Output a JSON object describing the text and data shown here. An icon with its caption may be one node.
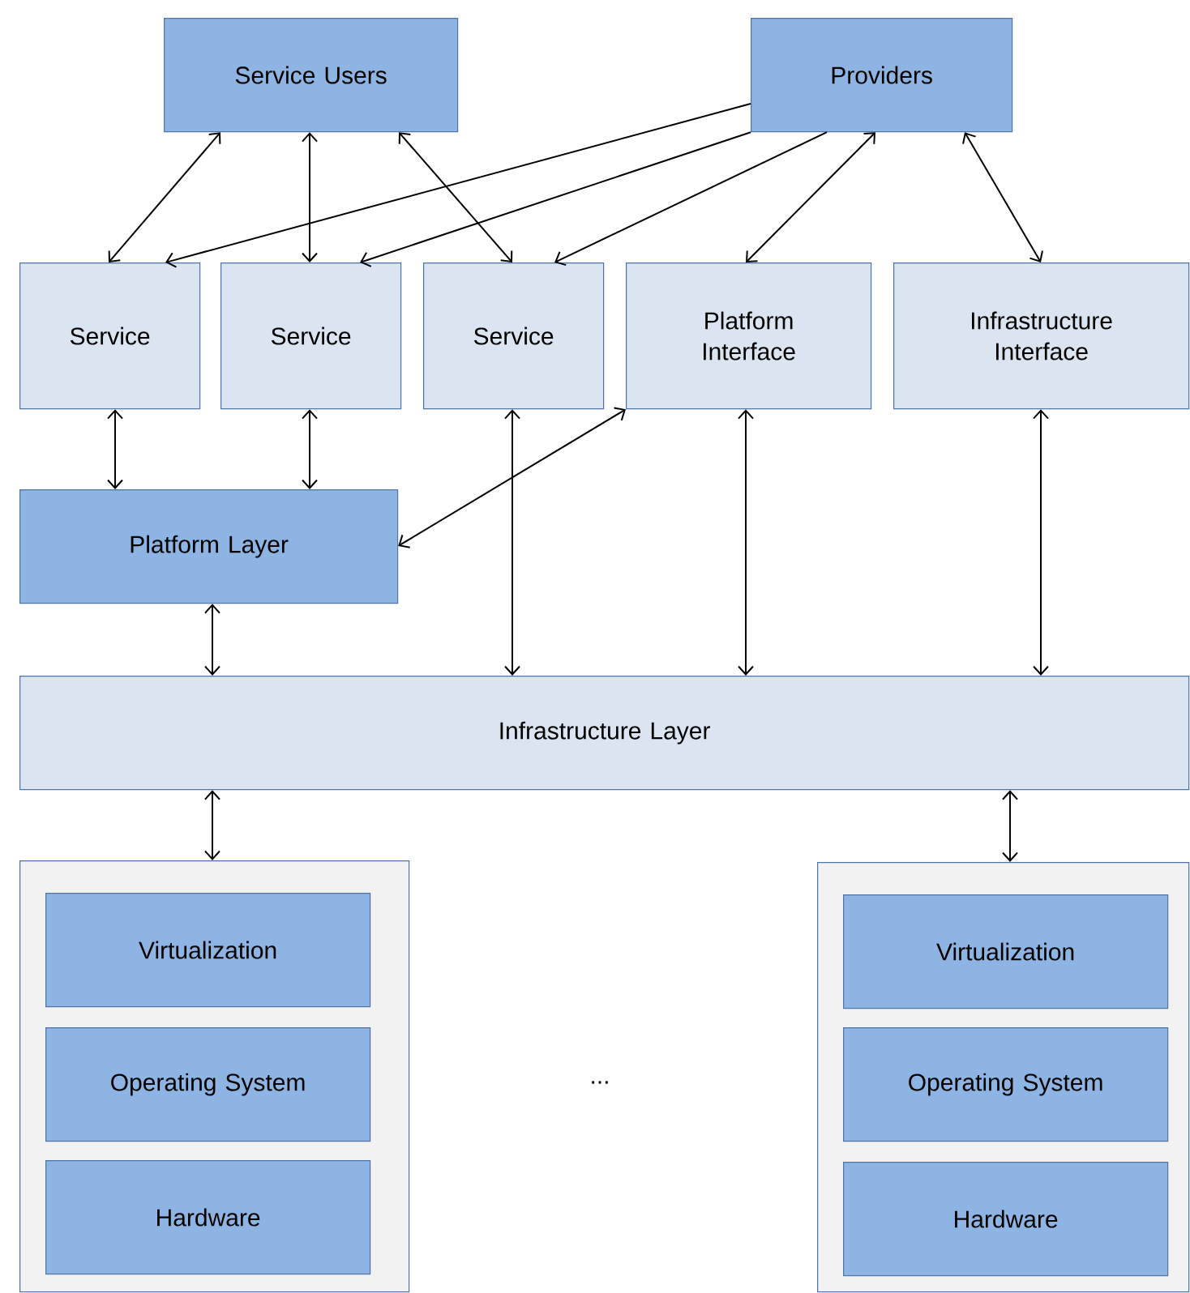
{
  "diagram": {
    "nodes": [
      {
        "text": [
          "Service Users"
        ]
      },
      {
        "text": [
          "Providers"
        ]
      },
      {
        "text": [
          "Service"
        ]
      },
      {
        "text": [
          "Service"
        ]
      },
      {
        "text": [
          "Service"
        ]
      },
      {
        "text": [
          "Platform Interface"
        ]
      },
      {
        "text": [
          "Infrastructure Interface"
        ]
      },
      {
        "text": [
          "Platform Layer"
        ]
      },
      {
        "text": [
          "Infrastructure Layer"
        ]
      },
      {
        "text": [],
        "shape": "box"
      },
      {
        "text": [
          "Virtualization"
        ],
        "in": 9
      },
      {
        "text": [
          "Operating System"
        ],
        "in": 9
      },
      {
        "text": [
          "Hardware"
        ],
        "in": 9
      },
      {
        "text": [],
        "shape": "box"
      },
      {
        "text": [
          "Virtualization"
        ],
        "in": 13
      },
      {
        "text": [
          "Operating System"
        ],
        "in": 13
      },
      {
        "text": [
          "Hardware"
        ],
        "in": 13
      }
    ],
    "edges": [
      {
        "from": 0,
        "to": 2,
        "arrow": "both"
      },
      {
        "from": 0,
        "to": 3,
        "arrow": "both"
      },
      {
        "from": 0,
        "to": 4,
        "arrow": "both"
      },
      {
        "from": 1,
        "to": 2,
        "arrow": "to"
      },
      {
        "from": 1,
        "to": 3,
        "arrow": "to"
      },
      {
        "from": 1,
        "to": 4,
        "arrow": "to"
      },
      {
        "from": 1,
        "to": 5,
        "arrow": "both"
      },
      {
        "from": 1,
        "to": 6,
        "arrow": "both"
      },
      {
        "from": 2,
        "to": 7,
        "arrow": "both"
      },
      {
        "from": 3,
        "to": 7,
        "arrow": "both"
      },
      {
        "from": 5,
        "to": 7,
        "arrow": "both"
      },
      {
        "from": 4,
        "to": 8,
        "arrow": "both"
      },
      {
        "from": 5,
        "to": 8,
        "arrow": "both"
      },
      {
        "from": 6,
        "to": 8,
        "arrow": "both"
      },
      {
        "from": 7,
        "to": 8,
        "arrow": "both"
      },
      {
        "from": 8,
        "to": 9,
        "arrow": "both"
      },
      {
        "from": 8,
        "to": 13,
        "arrow": "both"
      }
    ],
    "labels": [
      "..."
    ]
  }
}
